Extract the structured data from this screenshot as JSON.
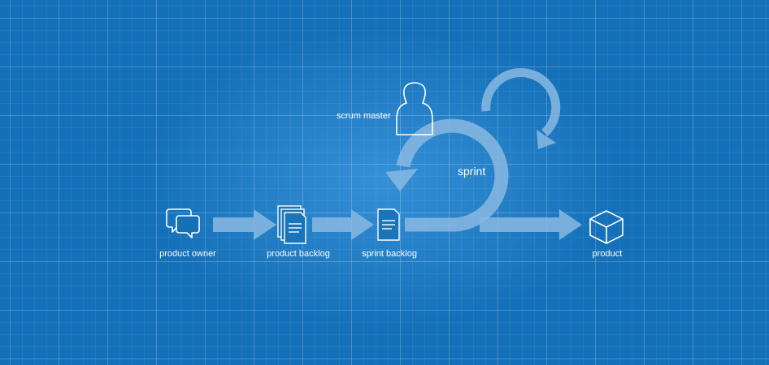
{
  "diagram": {
    "nodes": {
      "product_owner": {
        "label": "product owner",
        "icon": "chat-bubbles-icon"
      },
      "product_backlog": {
        "label": "product backlog",
        "icon": "document-stack-icon"
      },
      "sprint_backlog": {
        "label": "sprint backlog",
        "icon": "document-icon"
      },
      "product": {
        "label": "product",
        "icon": "cube-icon"
      },
      "scrum_master": {
        "label": "scrum master",
        "icon": "person-icon"
      }
    },
    "cycle_label": "sprint"
  },
  "colors": {
    "background": "#1470b8",
    "arrow": "#8ab8e2",
    "icon_stroke": "#ffffff"
  }
}
